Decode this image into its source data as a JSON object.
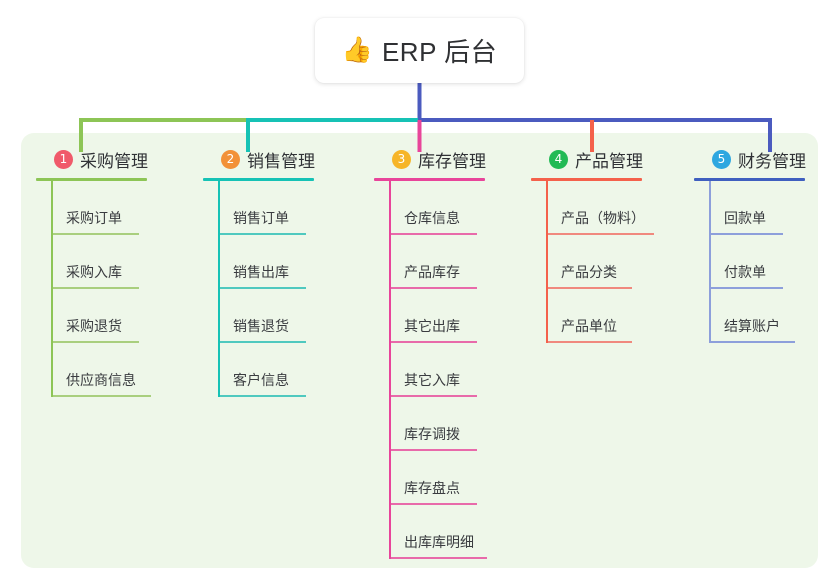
{
  "diagram": {
    "type": "mindmap",
    "root": {
      "icon": "thumbs-up-emoji",
      "emoji": "👍",
      "label": "ERP 后台"
    },
    "panel_color": "#eef7e9",
    "branches": [
      {
        "number": "1",
        "title": "采购管理",
        "badge_color": "#f05a6a",
        "rule_color": "#8dc556",
        "leaf_rule_color": "#a9cf7e",
        "spine_color": "#8dc556",
        "items": [
          {
            "label": "采购订单",
            "rule_width": 88
          },
          {
            "label": "采购入库",
            "rule_width": 88
          },
          {
            "label": "采购退货",
            "rule_width": 88
          },
          {
            "label": "供应商信息",
            "rule_width": 100
          }
        ]
      },
      {
        "number": "2",
        "title": "销售管理",
        "badge_color": "#f29138",
        "rule_color": "#16c2b5",
        "leaf_rule_color": "#4fc9bf",
        "spine_color": "#16c2b5",
        "items": [
          {
            "label": "销售订单",
            "rule_width": 88
          },
          {
            "label": "销售出库",
            "rule_width": 88
          },
          {
            "label": "销售退货",
            "rule_width": 88
          },
          {
            "label": "客户信息",
            "rule_width": 88
          }
        ]
      },
      {
        "number": "3",
        "title": "库存管理",
        "badge_color": "#f6b528",
        "rule_color": "#e8459a",
        "leaf_rule_color": "#e86aaa",
        "spine_color": "#e8459a",
        "items": [
          {
            "label": "仓库信息",
            "rule_width": 88
          },
          {
            "label": "产品库存",
            "rule_width": 88
          },
          {
            "label": "其它出库",
            "rule_width": 88
          },
          {
            "label": "其它入库",
            "rule_width": 88
          },
          {
            "label": "库存调拨",
            "rule_width": 88
          },
          {
            "label": "库存盘点",
            "rule_width": 88
          },
          {
            "label": "出库库明细",
            "rule_width": 98
          }
        ]
      },
      {
        "number": "4",
        "title": "产品管理",
        "badge_color": "#22ba55",
        "rule_color": "#f4614b",
        "leaf_rule_color": "#f0897e",
        "spine_color": "#f4614b",
        "items": [
          {
            "label": "产品（物料）",
            "rule_width": 108
          },
          {
            "label": "产品分类",
            "rule_width": 86
          },
          {
            "label": "产品单位",
            "rule_width": 86
          }
        ]
      },
      {
        "number": "5",
        "title": "财务管理",
        "badge_color": "#2ea7e0",
        "rule_color": "#3f5fbf",
        "leaf_rule_color": "#8d9fdb",
        "spine_color": "#8d9fdb",
        "items": [
          {
            "label": "回款单",
            "rule_width": 74
          },
          {
            "label": "付款单",
            "rule_width": 74
          },
          {
            "label": "结算账户",
            "rule_width": 86
          }
        ]
      }
    ],
    "connectors": {
      "stem_color": "#4b5bbf",
      "bus_segments": [
        {
          "color": "#8dc556"
        },
        {
          "color": "#16c2b5"
        },
        {
          "color": "#4b5bbf"
        }
      ]
    }
  }
}
